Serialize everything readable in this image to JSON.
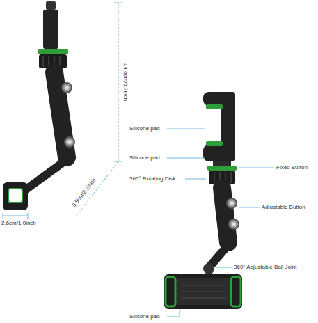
{
  "diagram": {
    "labels": [
      "14.6cm/5.7inch",
      "5.5cm/2.2inch",
      "2.6cm/1.0inch",
      "Silicone pad",
      "Silicone pad",
      "Fixed Button",
      "360° Rotating Disk",
      "Adjustable Button",
      "360° Adjustable Ball Joint",
      "Silicone pad"
    ]
  }
}
